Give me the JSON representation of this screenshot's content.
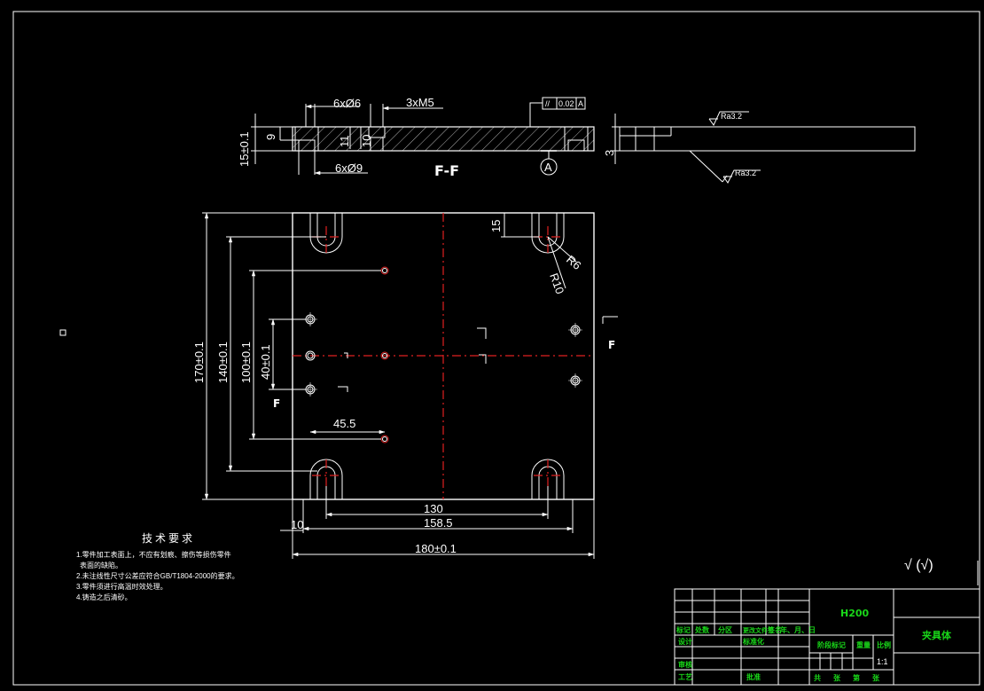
{
  "section_view": {
    "label": "F-F",
    "dim_holes_top": "6xØ6",
    "dim_threads": "3xM5",
    "dim_holes_bottom": "6xØ9",
    "dim_thickness": "15±0.1",
    "dim_9": "9",
    "dim_11": "11",
    "dim_10": "10",
    "tolerance_symbol": "//",
    "tolerance_value": "0.02",
    "datum": "A"
  },
  "side_view": {
    "dim_3": "3",
    "roughness_top": "Ra3.2",
    "roughness_bottom": "Ra3.2"
  },
  "plan_view": {
    "dim_170": "170±0.1",
    "dim_140": "140±0.1",
    "dim_100": "100±0.1",
    "dim_40": "40±0.1",
    "dim_15": "15",
    "dim_r6": "R6",
    "dim_r10": "R10",
    "dim_45_5": "45.5",
    "dim_130": "130",
    "dim_158_5": "158.5",
    "dim_10": "10",
    "dim_180": "180±0.1",
    "section_mark_right": "F",
    "section_mark_left": "F"
  },
  "tech_requirements": {
    "title": "技术要求",
    "items": [
      "1.零件加工表面上，不应有划痕、擦伤等损伤零件",
      "表面的缺陷。",
      "2.未注线性尺寸公差应符合GB/T1804-2000的要求。",
      "3.零件须进行高温时效处理。",
      "4.铸造之后清砂。"
    ]
  },
  "roughness_note": "√ (√)",
  "title_block": {
    "material": "H200",
    "part_name": "夹具体",
    "scale": "1:1",
    "row_headers": [
      "标记",
      "处数",
      "分区",
      "更改文件号",
      "签名",
      "年、月、日"
    ],
    "design": "设计",
    "standardize": "标准化",
    "check": "审核",
    "process": "工艺",
    "approve": "批准",
    "stage_label": "阶段标记",
    "weight_label": "重量",
    "scale_label": "比例",
    "sheets": [
      "共",
      "张",
      "第",
      "张"
    ]
  }
}
